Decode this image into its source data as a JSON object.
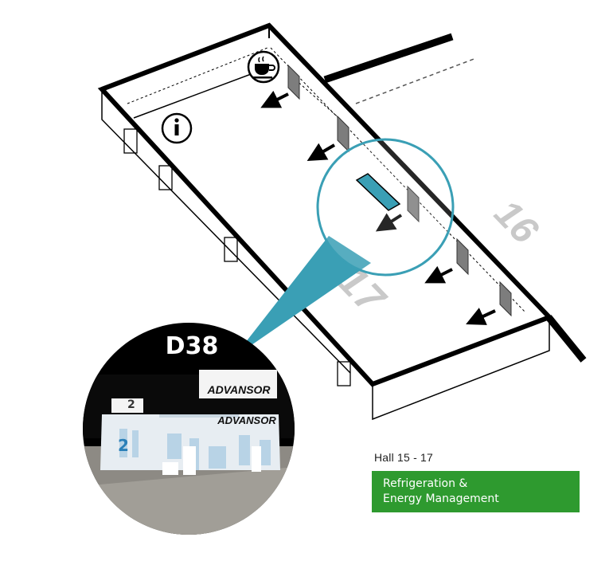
{
  "map": {
    "hall_numbers": [
      "16",
      "17"
    ],
    "booth": {
      "code": "D38",
      "company_sign": "ADVANSOR",
      "highlight_color": "#3a9fb5"
    },
    "icons": {
      "info": "info-icon",
      "cafe": "coffee-cup-icon",
      "entrance": "arrow-icon"
    }
  },
  "legend": {
    "hall_label": "Hall 15 - 17",
    "category_line1": "Refrigeration &",
    "category_line2": "Energy Management",
    "category_color": "#2e9a2f"
  }
}
